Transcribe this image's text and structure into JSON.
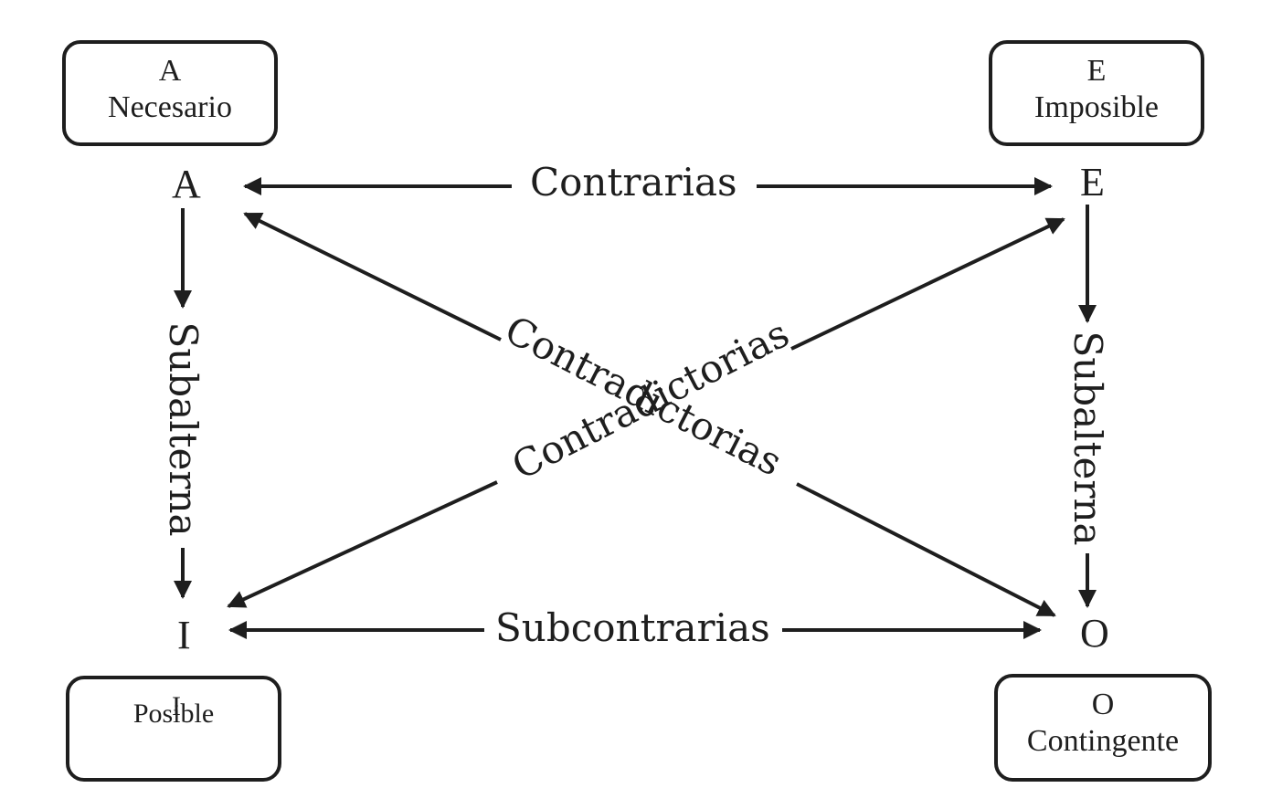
{
  "boxes": {
    "a": {
      "letter": "A",
      "modality": "Necesario"
    },
    "e": {
      "letter": "E",
      "modality": "Imposible"
    },
    "i": {
      "letter": "I",
      "modality": "Posible"
    },
    "o": {
      "letter": "O",
      "modality": "Contingente"
    }
  },
  "corners": {
    "a": "A",
    "e": "E",
    "i": "I",
    "o": "O"
  },
  "relations": {
    "top": "Contrarias",
    "bottom": "Subcontrarias",
    "left": "Subalterna",
    "right": "Subalterna",
    "diagonal_1": "Contradictorias",
    "diagonal_2": "Contradictorias"
  },
  "colors": {
    "stroke": "#1e1e1e",
    "background": "#ffffff"
  }
}
